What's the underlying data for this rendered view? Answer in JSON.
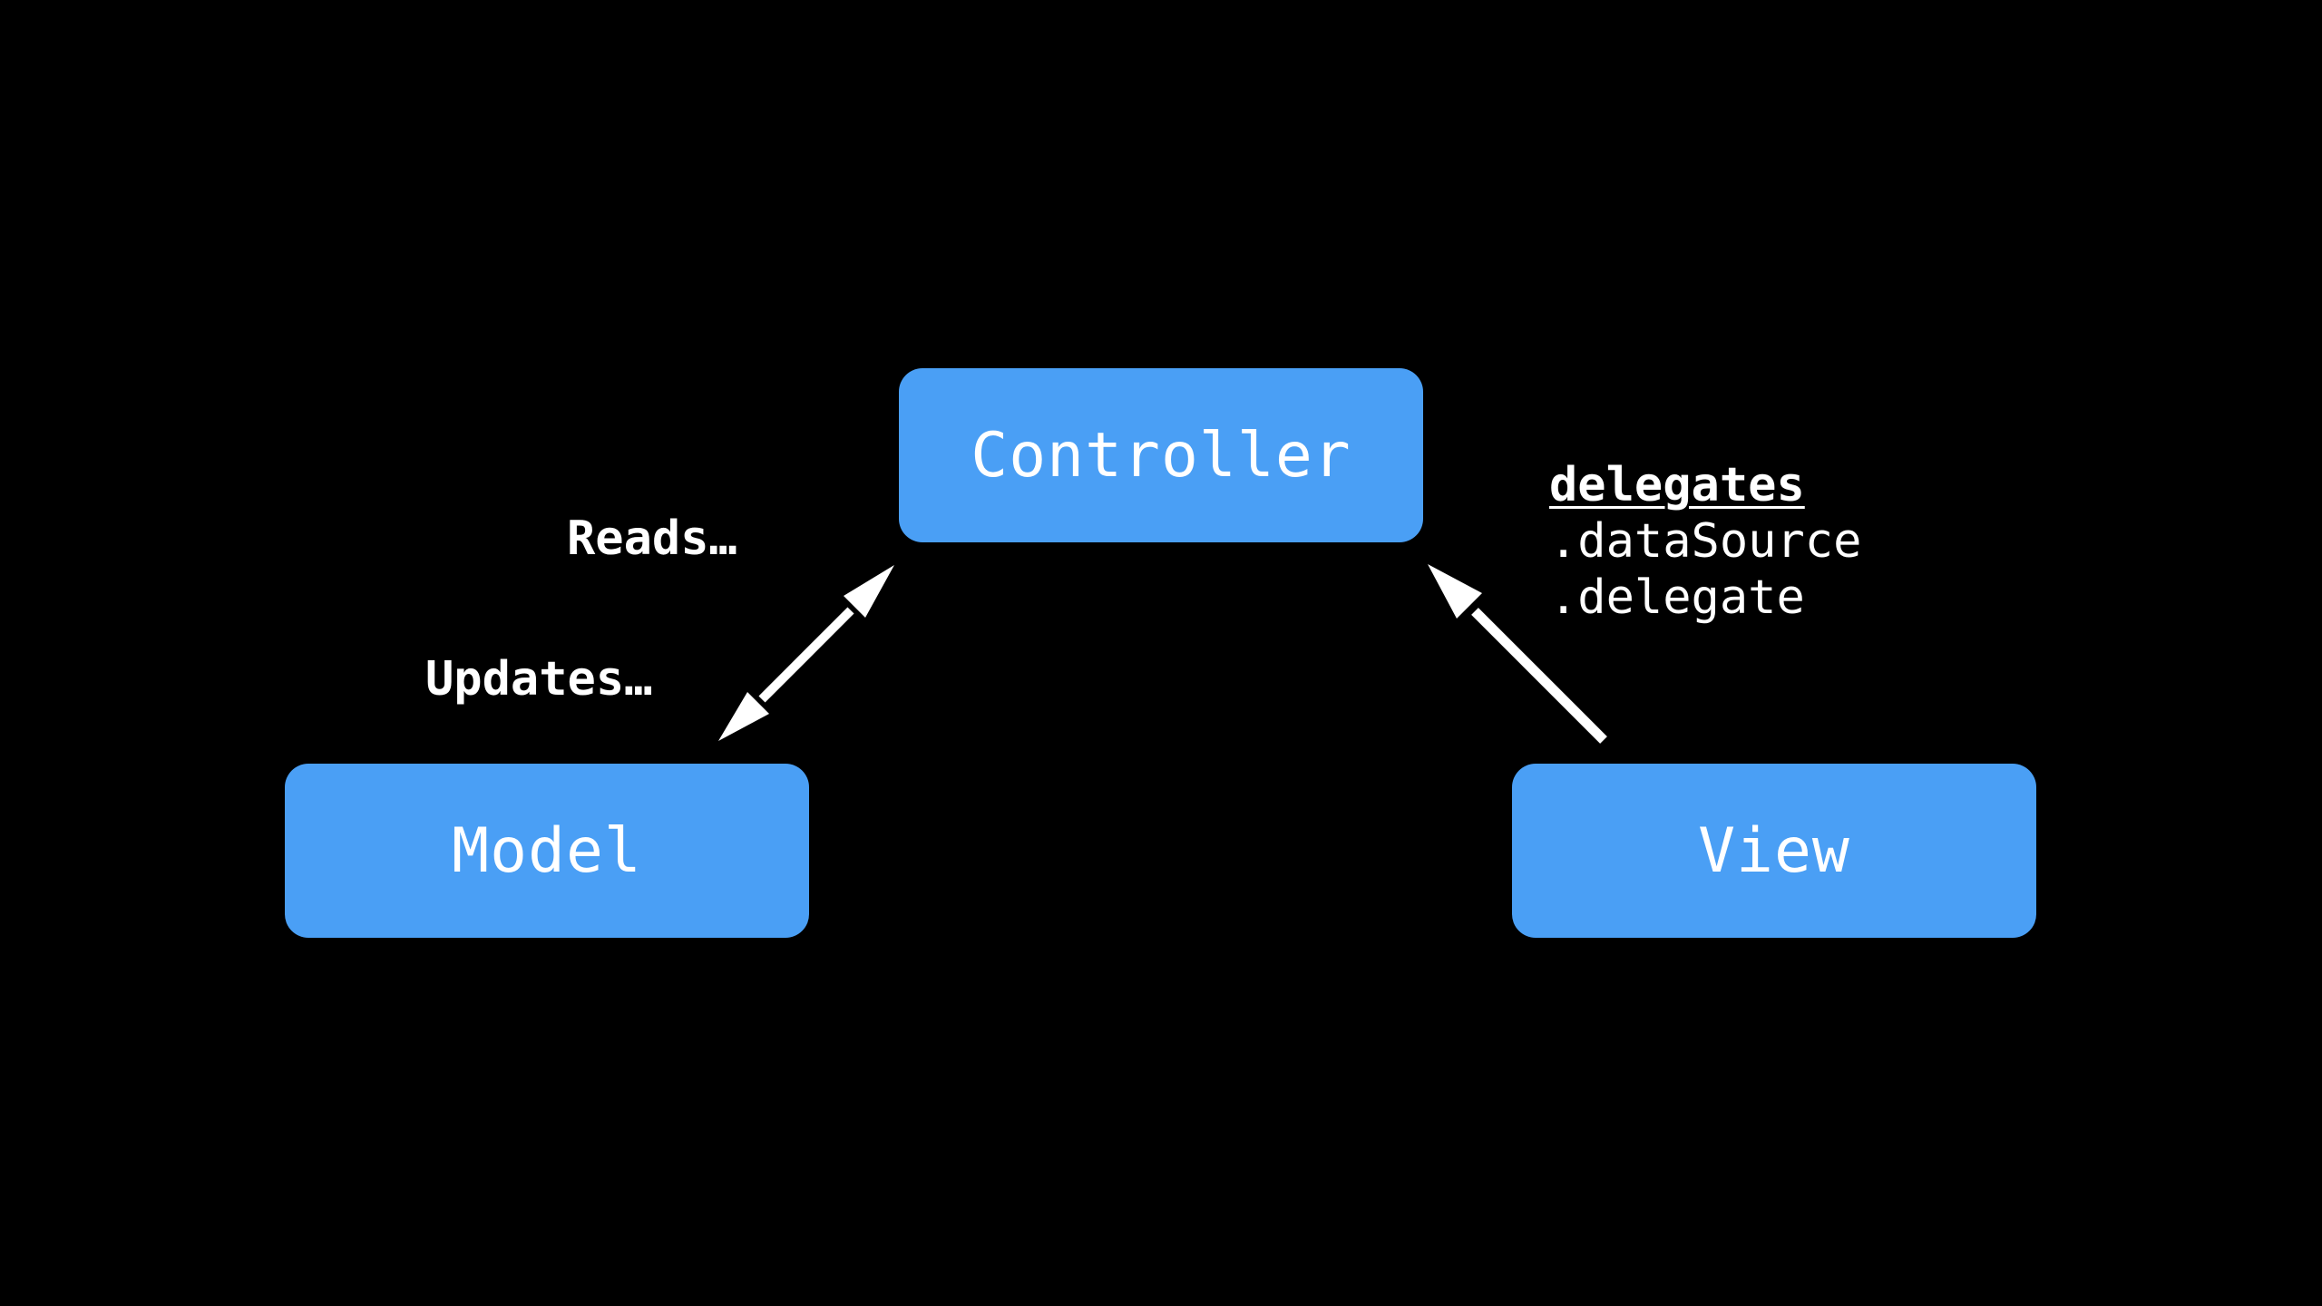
{
  "colors": {
    "background": "#000000",
    "node_fill": "#4a9ff5",
    "text": "#ffffff",
    "arrow": "#ffffff"
  },
  "nodes": {
    "controller": "Controller",
    "model": "Model",
    "view": "View"
  },
  "edge_labels": {
    "reads": "Reads…",
    "updates": "Updates…"
  },
  "delegates": {
    "heading": "delegates",
    "items": [
      ".dataSource",
      ".delegate"
    ]
  },
  "edges": [
    {
      "from": "model",
      "to": "controller",
      "direction": "bidirectional"
    },
    {
      "from": "view",
      "to": "controller",
      "direction": "to-controller"
    }
  ]
}
